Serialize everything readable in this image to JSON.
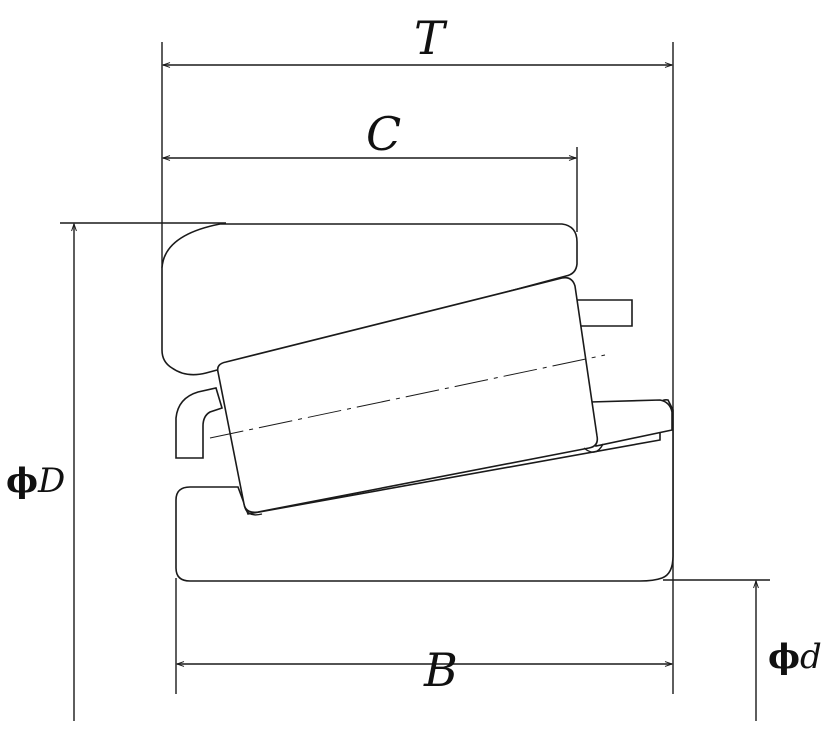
{
  "labels": {
    "T": "T",
    "C": "C",
    "B": "B",
    "phi": "ϕ",
    "D": "D",
    "d": "d"
  },
  "colors": {
    "line": "#1a1a1a",
    "background": "#ffffff"
  }
}
